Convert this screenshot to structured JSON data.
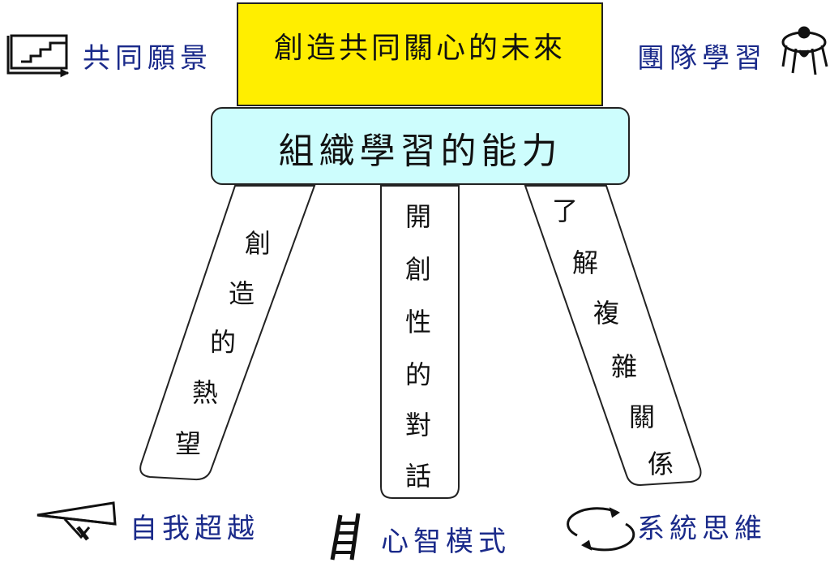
{
  "roof": {
    "text": "創造共同關心的未來",
    "color": "#ffee00"
  },
  "beam": {
    "text": "組織學習的能力",
    "color": "#cdfdfd"
  },
  "pillars": {
    "left": [
      "創",
      "造",
      "的",
      "熱",
      "望"
    ],
    "middle": [
      "開",
      "創",
      "性",
      "的",
      "對",
      "話"
    ],
    "right": [
      "了",
      "解",
      "複",
      "雜",
      "關",
      "係"
    ]
  },
  "disciplines": {
    "shared_vision": {
      "label": "共同願景",
      "icon": "staircase-chart-icon"
    },
    "team_learning": {
      "label": "團隊學習",
      "icon": "team-huddle-icon"
    },
    "personal_mastery": {
      "label": "自我超越",
      "icon": "paper-plane-icon"
    },
    "mental_models": {
      "label": "心智模式",
      "icon": "ladder-icon"
    },
    "systems_thinking": {
      "label": "系統思維",
      "icon": "cycle-arrows-icon"
    }
  },
  "label_color": "#1a2a8a"
}
